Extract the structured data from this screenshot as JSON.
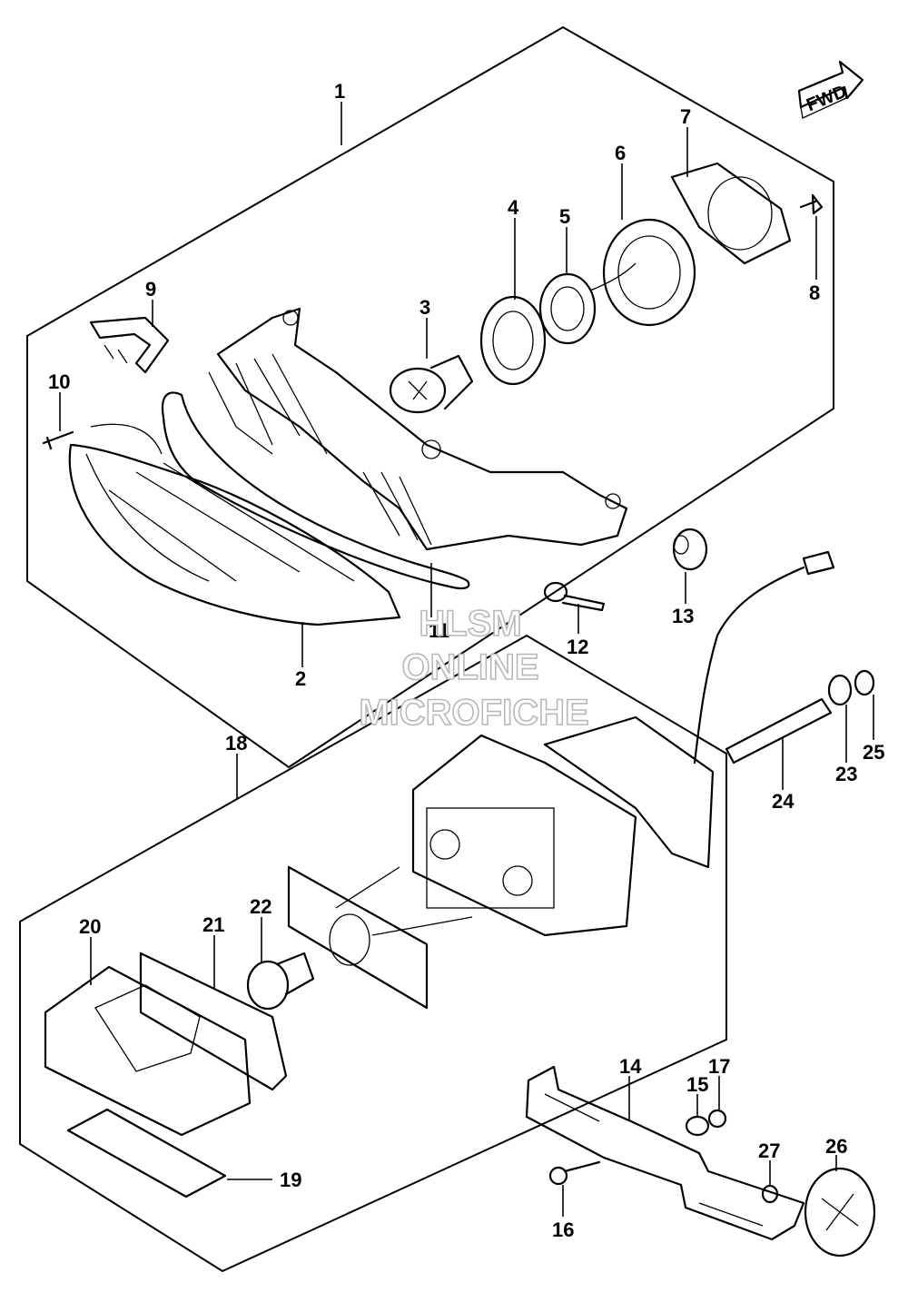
{
  "fwd_label": "FWD",
  "watermark": [
    "HLSM",
    "ONLINE",
    "MICROFICHE"
  ],
  "callouts": [
    {
      "id": "1",
      "text": "1"
    },
    {
      "id": "2",
      "text": "2"
    },
    {
      "id": "3",
      "text": "3"
    },
    {
      "id": "4",
      "text": "4"
    },
    {
      "id": "5",
      "text": "5"
    },
    {
      "id": "6",
      "text": "6"
    },
    {
      "id": "7",
      "text": "7"
    },
    {
      "id": "8",
      "text": "8"
    },
    {
      "id": "9",
      "text": "9"
    },
    {
      "id": "10",
      "text": "10"
    },
    {
      "id": "11",
      "text": "11"
    },
    {
      "id": "12",
      "text": "12"
    },
    {
      "id": "13",
      "text": "13"
    },
    {
      "id": "14",
      "text": "14"
    },
    {
      "id": "15",
      "text": "15"
    },
    {
      "id": "16",
      "text": "16"
    },
    {
      "id": "17",
      "text": "17"
    },
    {
      "id": "18",
      "text": "18"
    },
    {
      "id": "19",
      "text": "19"
    },
    {
      "id": "20",
      "text": "20"
    },
    {
      "id": "21",
      "text": "21"
    },
    {
      "id": "22",
      "text": "22"
    },
    {
      "id": "23",
      "text": "23"
    },
    {
      "id": "24",
      "text": "24"
    },
    {
      "id": "25",
      "text": "25"
    },
    {
      "id": "26",
      "text": "26"
    },
    {
      "id": "27",
      "text": "27"
    }
  ]
}
